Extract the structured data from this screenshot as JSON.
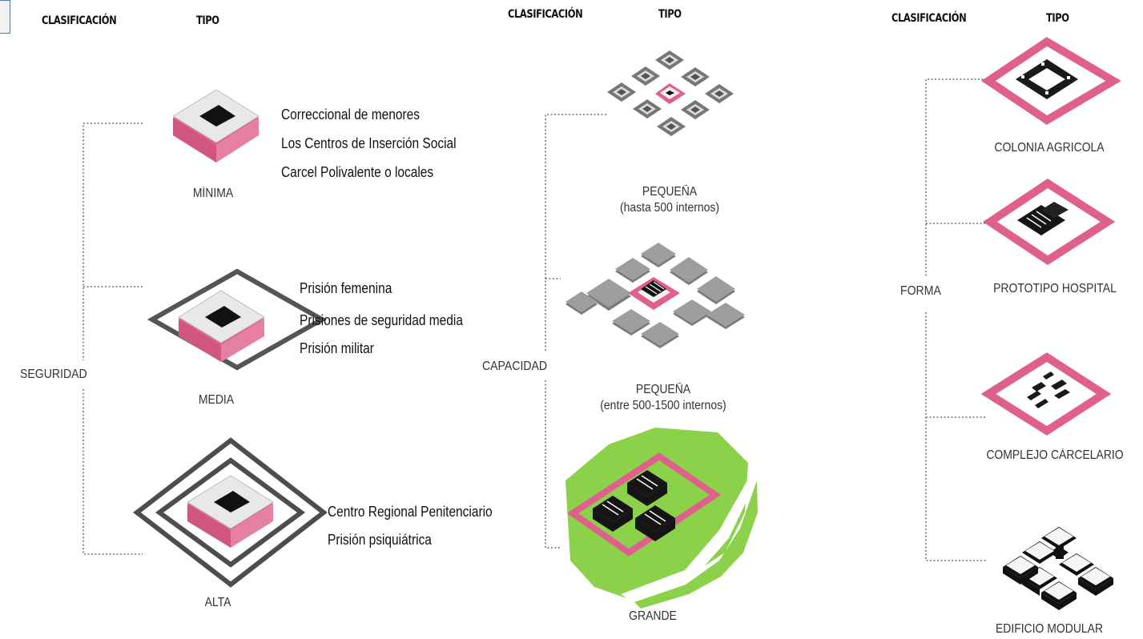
{
  "headers": {
    "col1_classification": "CLASIFICACIÓN",
    "col1_type": "TIPO",
    "col2_classification": "CLASIFICACIÓN",
    "col2_type": "TIPO",
    "col3_classification": "CLASIFICACIÓN",
    "col3_type": "TIPO"
  },
  "seguridad": {
    "category": "SEGURIDAD",
    "minima": {
      "label": "MÌNIMA",
      "items": [
        "Correccional de menores",
        "Los Centros de Inserción Social",
        "Carcel Polivalente o locales"
      ]
    },
    "media": {
      "label": "MEDIA",
      "items": [
        "Prisión  femenina",
        "Prisiones  de seguridad media",
        "Prisión militar"
      ]
    },
    "alta": {
      "label": "ALTA",
      "items": [
        "Centro Regional Penitenciario",
        "Prisión psiquiátrica"
      ]
    }
  },
  "capacidad": {
    "category": "CAPACIDAD",
    "pequena1": {
      "label": "PEQUEÑA",
      "sub": "(hasta 500 internos)"
    },
    "pequena2": {
      "label": "PEQUEÑA",
      "sub": "(entre 500-1500 internos)"
    },
    "grande": {
      "label": "GRANDE"
    }
  },
  "forma": {
    "category": "FORMA",
    "types": [
      "COLONIA AGRICOLA",
      "PROTOTIPO HOSPITAL",
      "COMPLEJO CÁRCELARIO",
      "EDIFICIO MODULAR"
    ]
  },
  "colors": {
    "pink": "#e0608d",
    "green": "#8cd14a",
    "gray": "#888888",
    "dark": "#1a1a1a",
    "light_gray": "#e6e6e6"
  }
}
